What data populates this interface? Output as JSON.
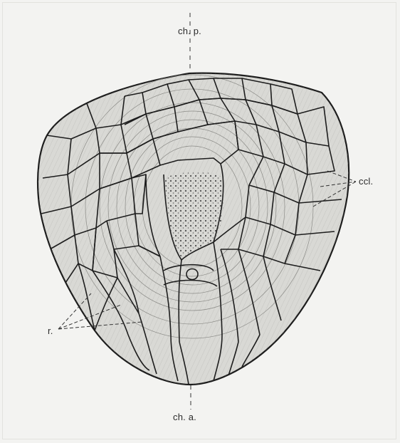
{
  "labels": {
    "top": "ch. p.",
    "bottom": "ch. a.",
    "right": "ccl.",
    "left": "r."
  },
  "colors": {
    "paper": "#f3f3f1",
    "ink": "#1d1d1d",
    "fill": "#d7d7d4",
    "stipple": "#444444"
  }
}
